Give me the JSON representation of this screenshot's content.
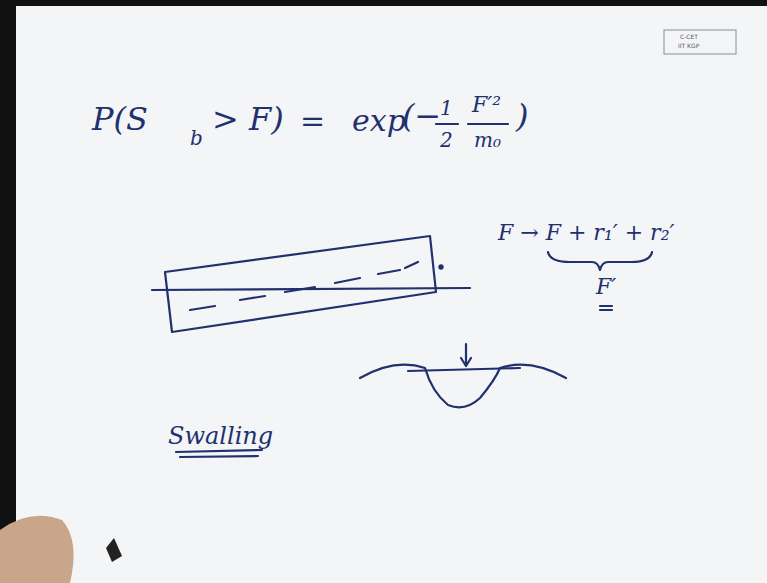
{
  "diagram": {
    "labels": [
      "P(S",
      "b",
      "> F)",
      "=",
      "exp",
      "(−",
      "1",
      "2",
      "F′²",
      "m₀",
      ")",
      "F → F + r₁′ + r₂′",
      "F′",
      "Swalling",
      "C-CET",
      "IIT KGP"
    ]
  }
}
